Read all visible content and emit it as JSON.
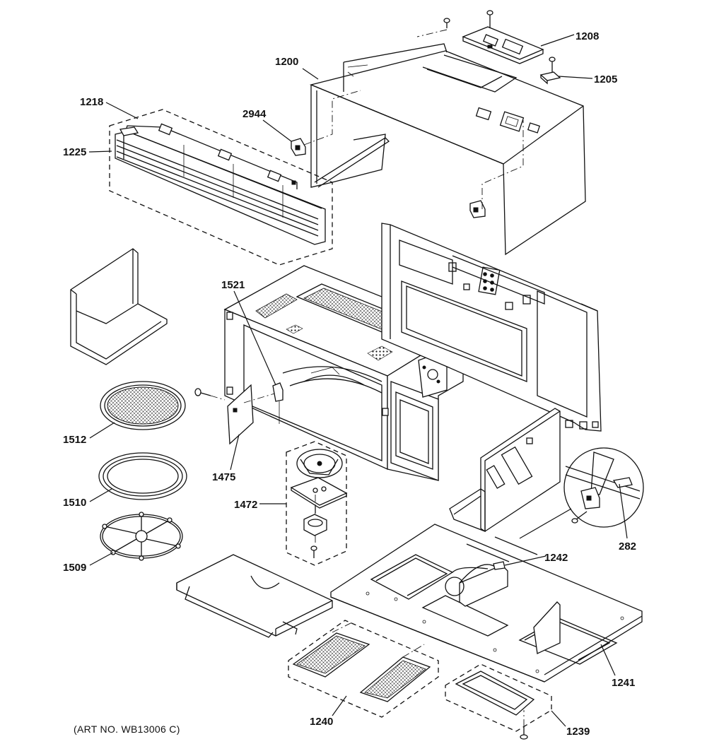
{
  "diagram": {
    "art_number": "(ART NO. WB13006 C)",
    "callouts": {
      "c1200": "1200",
      "c1208": "1208",
      "c1205": "1205",
      "c1218": "1218",
      "c2944": "2944",
      "c1225": "1225",
      "c1521": "1521",
      "c1512": "1512",
      "c1510": "1510",
      "c1509": "1509",
      "c1475": "1475",
      "c1472": "1472",
      "c1242": "1242",
      "c282": "282",
      "c1241": "1241",
      "c1240": "1240",
      "c1239": "1239"
    }
  }
}
